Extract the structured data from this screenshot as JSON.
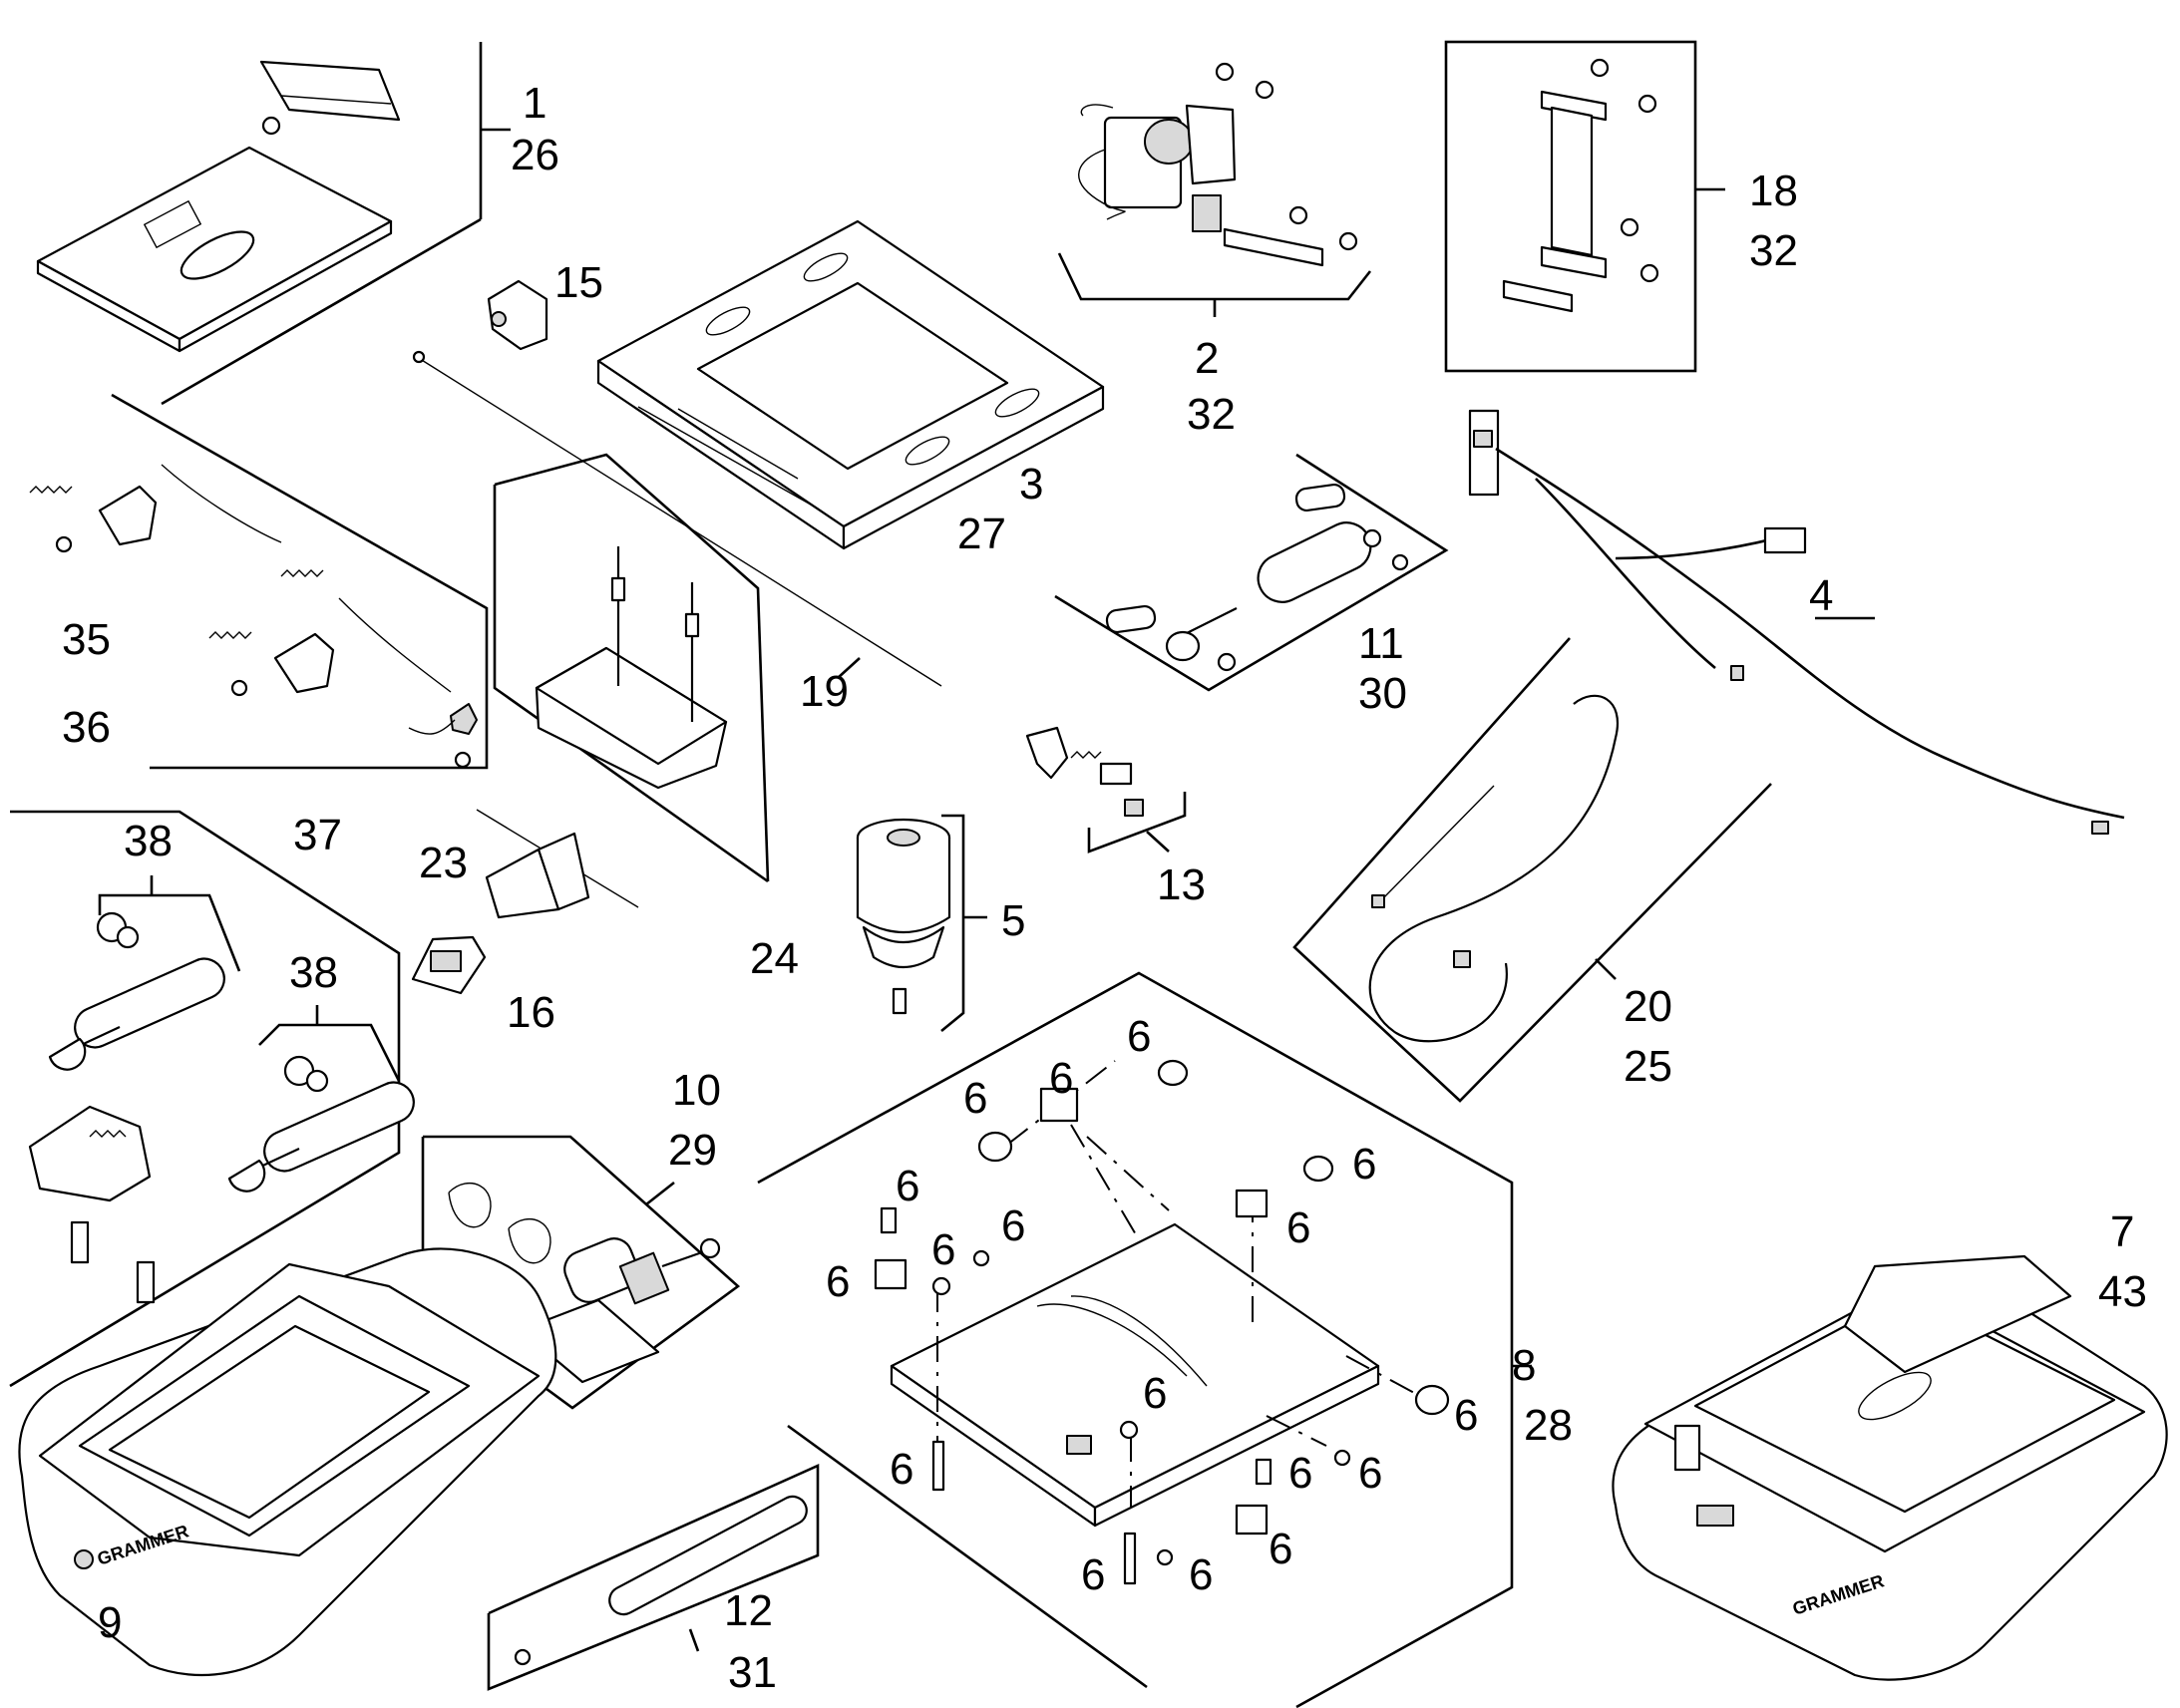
{
  "diagram": {
    "labels": {
      "l1": "1",
      "l26": "26",
      "l2": "2",
      "l32a": "32",
      "l18": "18",
      "l32b": "32",
      "l15": "15",
      "l3": "3",
      "l27": "27",
      "l4": "4",
      "l11": "11",
      "l30": "30",
      "l35": "35",
      "l36": "36",
      "l19": "19",
      "l13": "13",
      "l38a": "38",
      "l37": "37",
      "l38b": "38",
      "l23": "23",
      "l24": "24",
      "l5": "5",
      "l16": "16",
      "l20": "20",
      "l25": "25",
      "l10": "10",
      "l29": "29",
      "s6a": "6",
      "s6b": "6",
      "s6c": "6",
      "s6d": "6",
      "s6e": "6",
      "s6f": "6",
      "s6g": "6",
      "s6h": "6",
      "s6i": "6",
      "s6j": "6",
      "s6k": "6",
      "s6l": "6",
      "s6m": "6",
      "s6n": "6",
      "s6o": "6",
      "s6p": "6",
      "s6q": "6",
      "l8": "8",
      "l28": "28",
      "l7": "7",
      "l43": "43",
      "l9": "9",
      "l12": "12",
      "l31": "31"
    },
    "brand": "GRAMMER"
  }
}
